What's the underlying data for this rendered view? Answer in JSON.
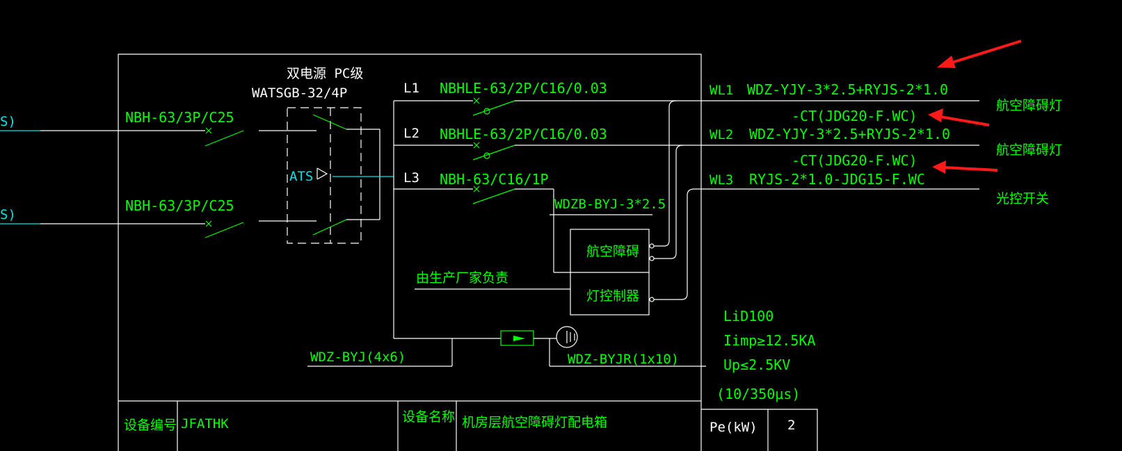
{
  "source_labels": [
    "S)",
    "S)"
  ],
  "incoming_breakers": [
    "NBH-63/3P/C25",
    "NBH-63/3P/C25"
  ],
  "dual_power": {
    "title_cn": "双电源 PC级",
    "model": "WATSGB-32/4P",
    "ats_label": "ATS"
  },
  "circuits": [
    {
      "id": "L1",
      "breaker": "NBHLE-63/2P/C16/0.03",
      "wl": "WL1",
      "cable": "WDZ-YJY-3*2.5+RYJS-2*1.0",
      "conduit": "-CT(JDG20-F.WC)",
      "load": "航空障碍灯"
    },
    {
      "id": "L2",
      "breaker": "NBHLE-63/2P/C16/0.03",
      "wl": "WL2",
      "cable": "WDZ-YJY-3*2.5+RYJS-2*1.0",
      "conduit": "-CT(JDG20-F.WC)",
      "load": "航空障碍灯"
    },
    {
      "id": "L3",
      "breaker": "NBH-63/C16/1P",
      "wl": "WL3",
      "cable": "RYJS-2*1.0-JDG15-F.WC",
      "load": "光控开关"
    }
  ],
  "controller": {
    "supply_cable": "WDZB-BYJ-3*2.5",
    "line1": "航空障碍",
    "line2": "灯控制器",
    "note": "由生产厂家负责"
  },
  "spd": {
    "pe_cable": "WDZ-BYJ(4x6)",
    "ground_cable": "WDZ-BYJR(1x10)",
    "model": "LiD100",
    "imp": "Iimp≥12.5KA",
    "up": "Up≤2.5KV",
    "wave": "(10/350μs)"
  },
  "title_block": {
    "device_no_label": "设备编号",
    "device_no": "JFATHK",
    "device_name_label": "设备名称",
    "device_name": "机房层航空障碍灯配电箱",
    "pe_label": "Pe(kW)",
    "pe_value": "2"
  },
  "colors": {
    "background": "#000000",
    "line": "#ffffff",
    "text": "#00ff00",
    "source": "#00e5e5",
    "arrow": "#ff1a1a"
  }
}
